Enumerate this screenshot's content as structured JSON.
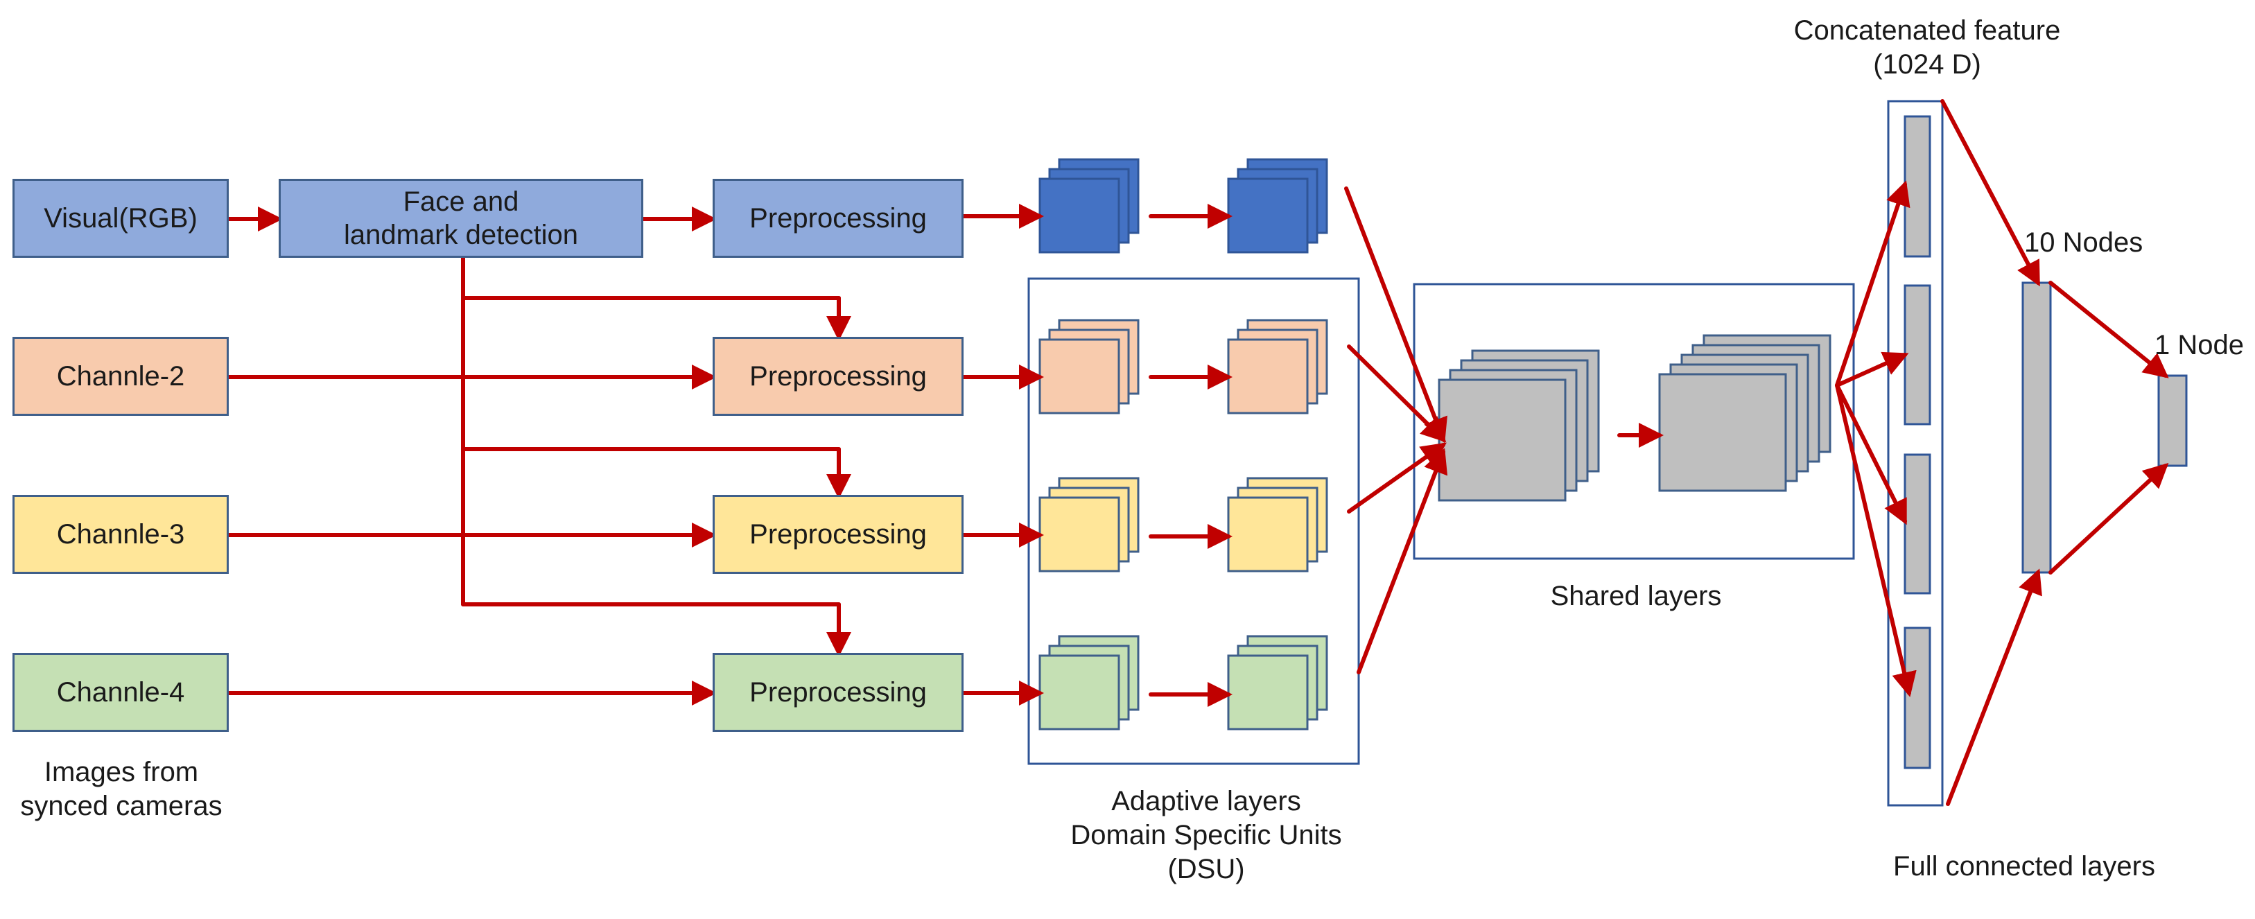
{
  "colors": {
    "arrow": "#c00000",
    "visual": "#8faadc",
    "visual_feature": "#4472c4",
    "channel2": "#f8cbad",
    "channel3": "#ffe699",
    "channel4": "#c5e0b4",
    "shared": "#bfbfbf",
    "border": "#2f5597"
  },
  "inputs": {
    "visual": "Visual(RGB)",
    "channel2": "Channle-2",
    "channel3": "Channle-3",
    "channel4": "Channle-4",
    "caption": [
      "Images from",
      "synced cameras"
    ]
  },
  "detection": {
    "line1": "Face and",
    "line2": "landmark detection"
  },
  "preprocessing": [
    "Preprocessing",
    "Preprocessing",
    "Preprocessing",
    "Preprocessing"
  ],
  "adaptive": {
    "line1": "Adaptive layers",
    "line2": "Domain Specific Units",
    "line3": "(DSU)"
  },
  "shared": {
    "label": "Shared layers"
  },
  "fc": {
    "concat_line1": "Concatenated feature",
    "concat_line2": "(1024 D)",
    "nodes10": "10 Nodes",
    "node1": "1 Node",
    "caption": "Full connected layers"
  }
}
